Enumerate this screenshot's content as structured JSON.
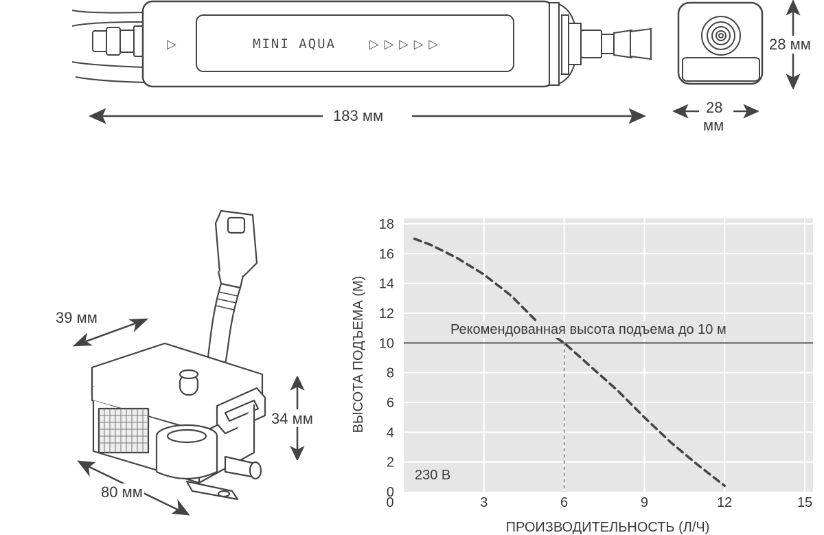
{
  "product": {
    "brand_label": "MINI AQUA",
    "arrows_left": "▷",
    "arrows_right": "▷ ▷ ▷ ▷ ▷"
  },
  "dimensions": {
    "length": "183 мм",
    "height_top": "28 мм",
    "width_top_line1": "28",
    "width_top_line2": "мм",
    "depth_reservoir": "39 мм",
    "width_reservoir": "80 мм",
    "height_reservoir": "34 мм"
  },
  "colors": {
    "chart_background": "#e6e6e6",
    "gridline": "#ffffff",
    "curve": "#444444",
    "recommended_line": "#555555"
  },
  "chart_data": {
    "type": "line",
    "xlabel": "ПРОИЗВОДИТЕЛЬНОСТЬ (Л/Ч)",
    "ylabel": "ВЫСОТА ПОДЪЕМА (М)",
    "xlim": [
      0,
      15
    ],
    "ylim": [
      0,
      18
    ],
    "x_ticks": [
      "0",
      "3",
      "6",
      "9",
      "12",
      "15"
    ],
    "y_ticks": [
      "0",
      "2",
      "4",
      "6",
      "8",
      "10",
      "12",
      "14",
      "16",
      "18"
    ],
    "x_tick_values": [
      0,
      3,
      6,
      9,
      12,
      15
    ],
    "y_tick_values": [
      0,
      2,
      4,
      6,
      8,
      10,
      12,
      14,
      16,
      18
    ],
    "grid": true,
    "series": [
      {
        "style": "dashed",
        "x": [
          0.4,
          1.0,
          2.0,
          3.0,
          4.0,
          5.0,
          5.5,
          6.0,
          7.0,
          8.0,
          9.0,
          10.0,
          11.0,
          12.0
        ],
        "y": [
          17.0,
          16.6,
          15.7,
          14.6,
          13.2,
          11.4,
          10.6,
          10.0,
          8.4,
          6.8,
          5.0,
          3.3,
          1.8,
          0.4
        ]
      }
    ],
    "recommended_height": 10,
    "recommended_label": "Рекомендованная высота подъема до 10 м",
    "intersection_x": 6,
    "voltage_label": "230 В"
  }
}
